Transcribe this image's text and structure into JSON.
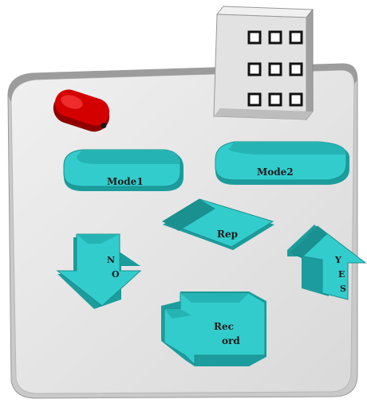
{
  "device": {
    "power_button": {
      "label": "●",
      "color": "#d40000"
    },
    "mode1_button": {
      "label": "Mode1"
    },
    "mode2_button": {
      "label": "Mode2"
    },
    "rep_button": {
      "label": "Rep"
    },
    "no_button": {
      "line1": "N",
      "line2": "O"
    },
    "yes_button": {
      "line1": "Y",
      "line2": "E",
      "line3": "S"
    },
    "record_button": {
      "line1": "Rec",
      "line2": "ord"
    },
    "button_color": "#33cccc",
    "body_color": "#e4e4e4"
  }
}
